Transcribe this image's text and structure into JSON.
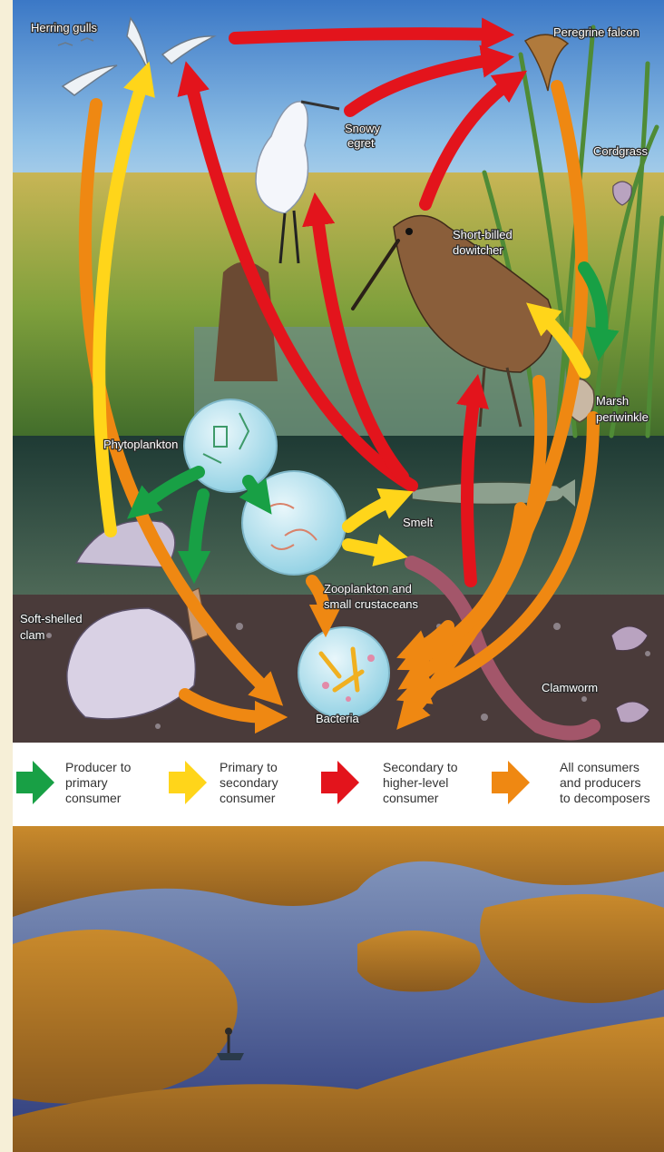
{
  "diagram": {
    "organisms": {
      "herring_gulls": "Herring gulls",
      "peregrine_falcon": "Peregrine falcon",
      "snowy_egret_1": "Snowy",
      "snowy_egret_2": "egret",
      "cordgrass": "Cordgrass",
      "dowitcher_1": "Short-billed",
      "dowitcher_2": "dowitcher",
      "phytoplankton": "Phytoplankton",
      "marsh_periwinkle_1": "Marsh",
      "marsh_periwinkle_2": "periwinkle",
      "smelt": "Smelt",
      "zooplankton_1": "Zooplankton and",
      "zooplankton_2": "small crustaceans",
      "soft_shelled_clam_1": "Soft-shelled",
      "soft_shelled_clam_2": "clam",
      "clamworm": "Clamworm",
      "bacteria": "Bacteria"
    },
    "legend": [
      {
        "color": "#18a045",
        "line1": "Producer to",
        "line2": "primary",
        "line3": "consumer"
      },
      {
        "color": "#ffd51a",
        "line1": "Primary to",
        "line2": "secondary",
        "line3": "consumer"
      },
      {
        "color": "#e3141c",
        "line1": "Secondary to",
        "line2": "higher-level",
        "line3": "consumer"
      },
      {
        "color": "#ef8812",
        "line1": "All consumers",
        "line2": "and producers",
        "line3": "to decomposers"
      }
    ]
  }
}
